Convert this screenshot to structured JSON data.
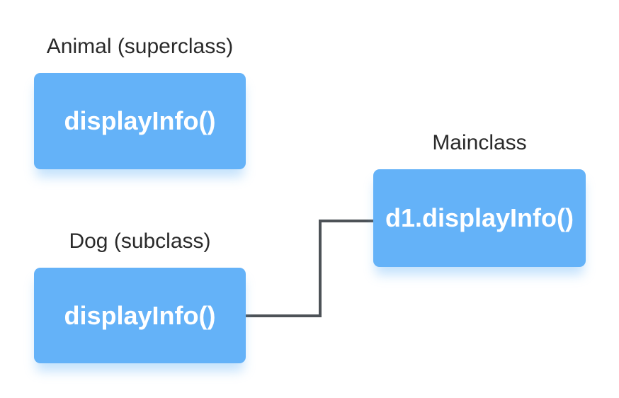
{
  "colors": {
    "background": "#ffffff",
    "nodeFill": "#64b2f8",
    "nodeText": "#ffffff",
    "labelText": "#2a2a2a",
    "arrow": "#4d5257",
    "nodeShadow": "rgba(100, 178, 248, 0.38)"
  },
  "nodes": [
    {
      "id": "animal",
      "label": "Animal (superclass)",
      "method": "displayInfo()"
    },
    {
      "id": "mainclass",
      "label": "Mainclass",
      "method": "d1.displayInfo()"
    },
    {
      "id": "dog",
      "label": "Dog (subclass)",
      "method": "displayInfo()"
    }
  ],
  "edge": {
    "from": "mainclass-method",
    "to": "dog-method"
  }
}
